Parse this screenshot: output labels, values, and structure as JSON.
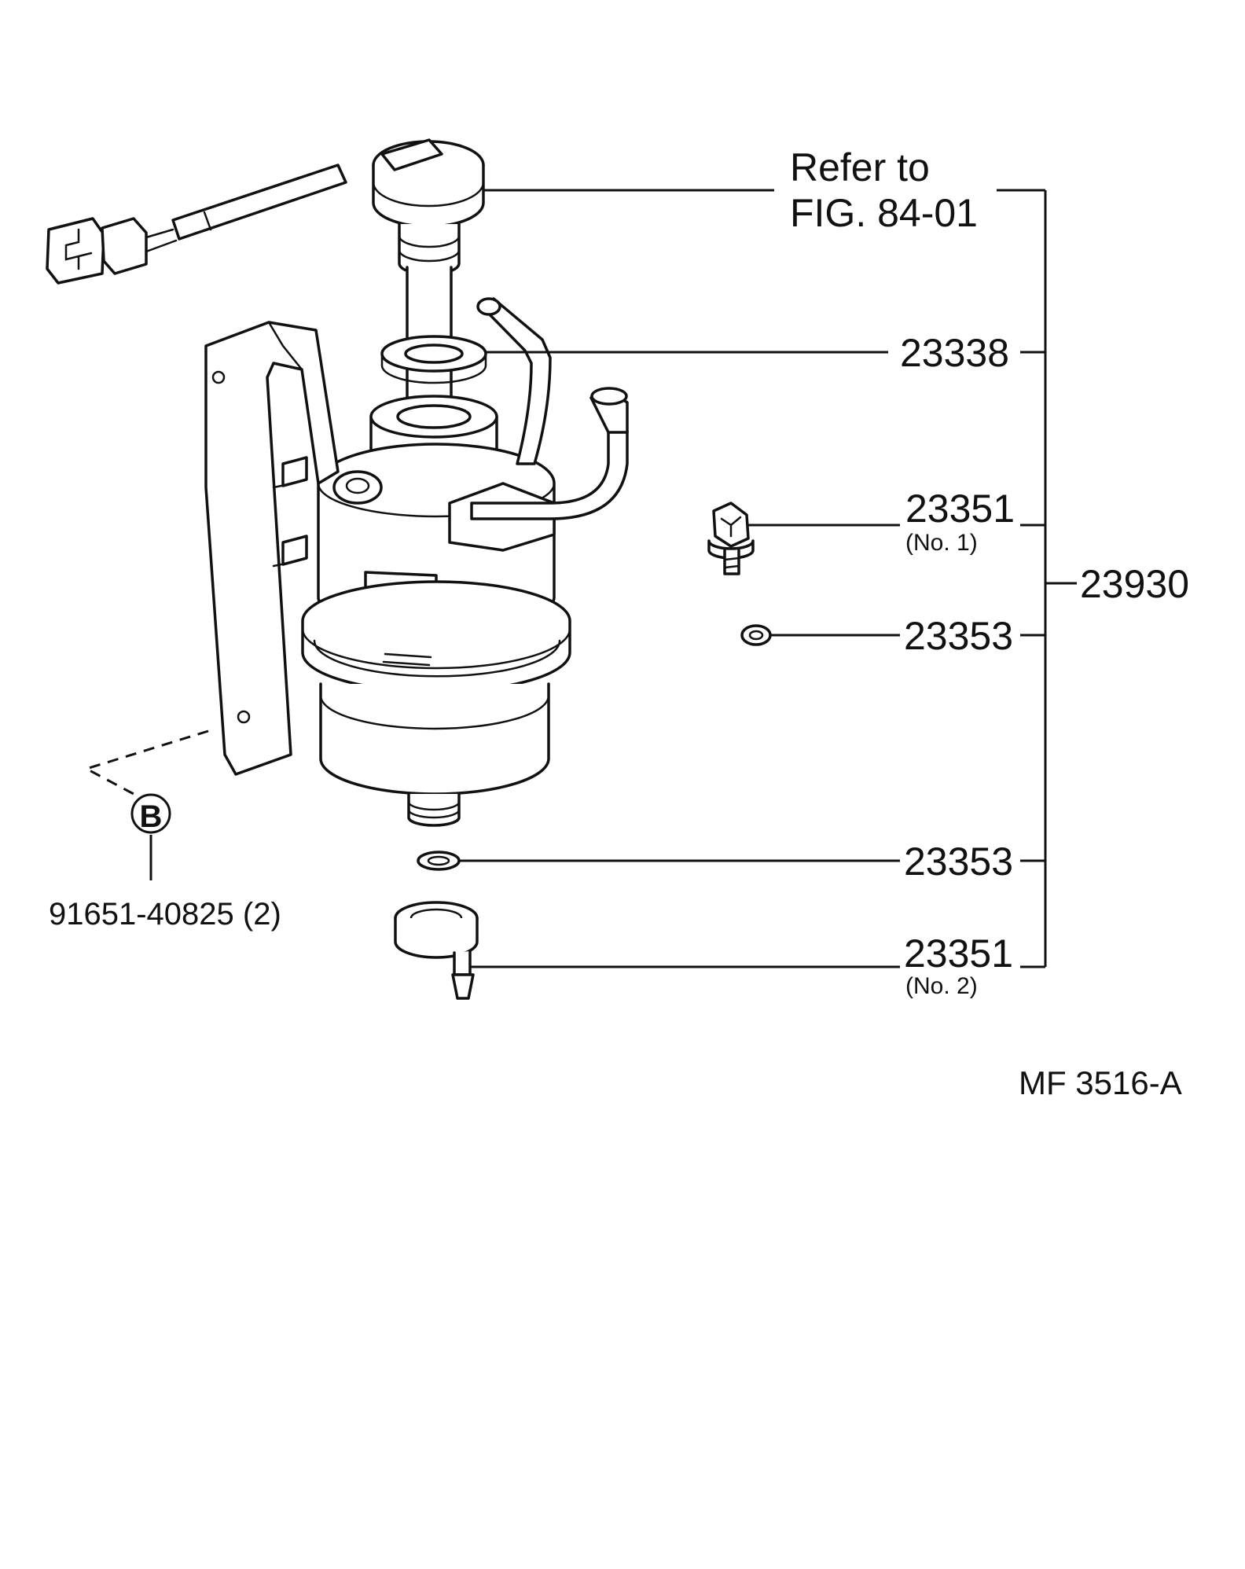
{
  "labels": {
    "refer_line1": "Refer to",
    "refer_line2": "FIG. 84-01",
    "part_23338": "23338",
    "part_23351_top": "23351",
    "part_23351_top_note": "(No. 1)",
    "part_23930": "23930",
    "part_23353_top": "23353",
    "part_23353_bottom": "23353",
    "part_23351_bottom": "23351",
    "part_23351_bottom_note": "(No. 2)",
    "callout_letter": "B",
    "bolt_part": "91651-40825 (2)",
    "figure_code": "MF  3516-A"
  }
}
